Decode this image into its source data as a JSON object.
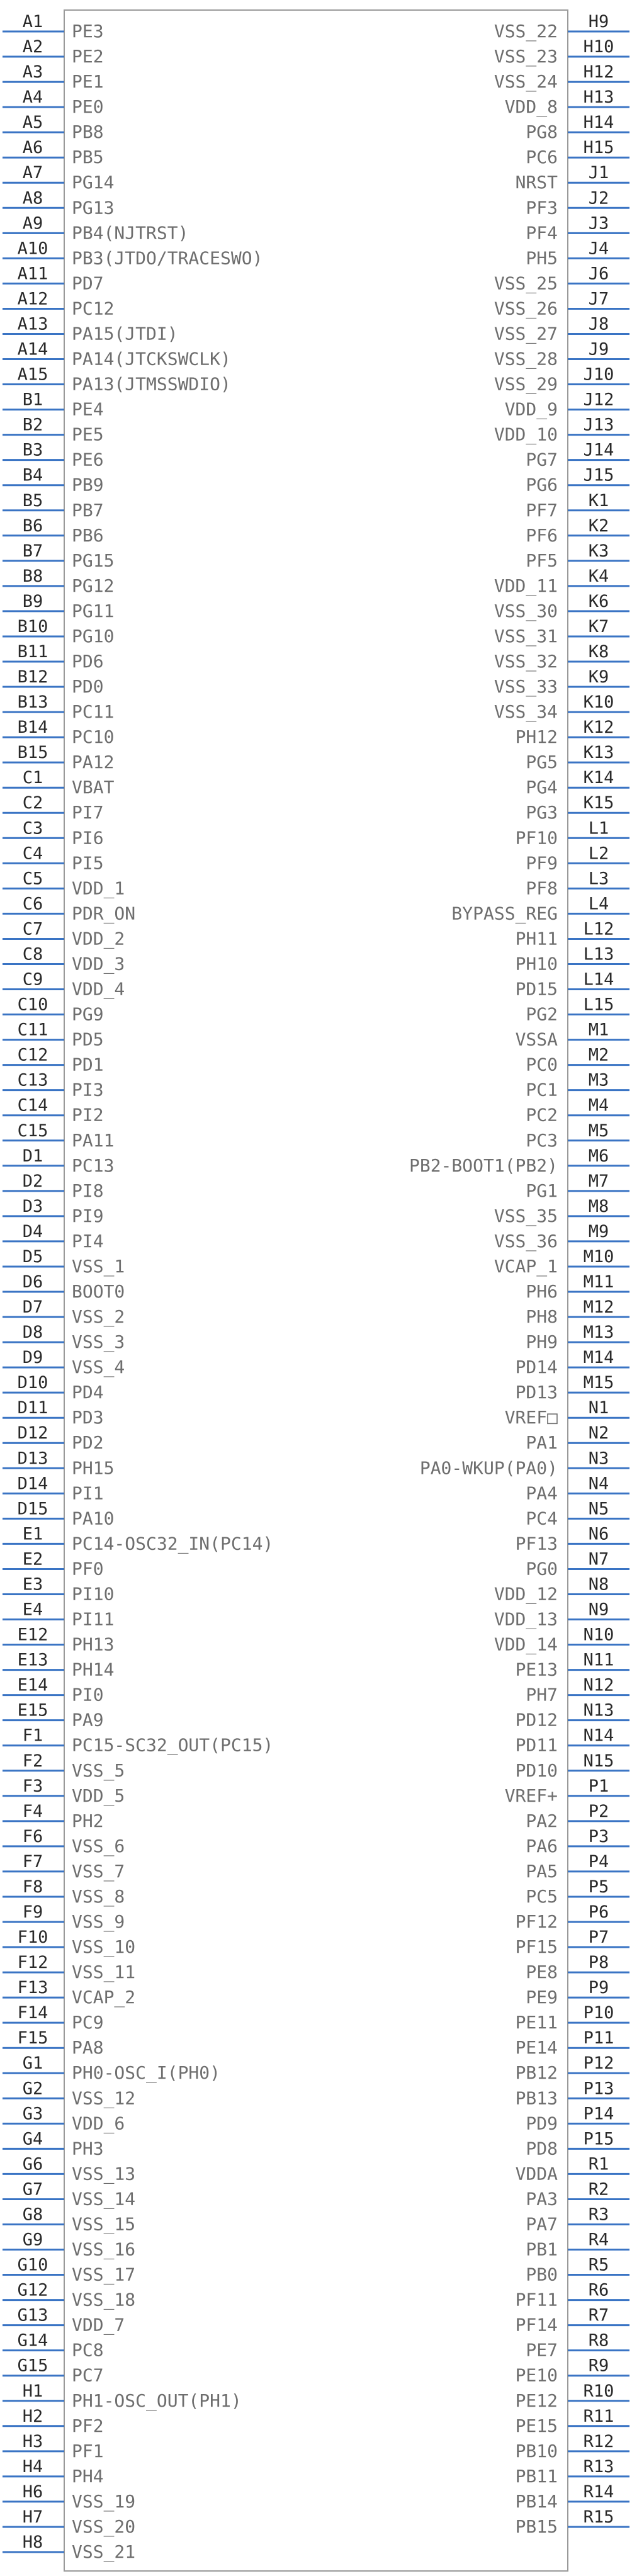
{
  "component": {
    "body_color": "#9a9a9a",
    "pin_color": "#3a74c4",
    "pin_number_color": "#2a2a2a",
    "pin_name_color": "#6e6e6e",
    "left_pins": [
      {
        "number": "A1",
        "name": "PE3"
      },
      {
        "number": "A2",
        "name": "PE2"
      },
      {
        "number": "A3",
        "name": "PE1"
      },
      {
        "number": "A4",
        "name": "PE0"
      },
      {
        "number": "A5",
        "name": "PB8"
      },
      {
        "number": "A6",
        "name": "PB5"
      },
      {
        "number": "A7",
        "name": "PG14"
      },
      {
        "number": "A8",
        "name": "PG13"
      },
      {
        "number": "A9",
        "name": "PB4(NJTRST)"
      },
      {
        "number": "A10",
        "name": "PB3(JTDO/TRACESWO)"
      },
      {
        "number": "A11",
        "name": "PD7"
      },
      {
        "number": "A12",
        "name": "PC12"
      },
      {
        "number": "A13",
        "name": "PA15(JTDI)"
      },
      {
        "number": "A14",
        "name": "PA14(JTCKSWCLK)"
      },
      {
        "number": "A15",
        "name": "PA13(JTMSSWDIO)"
      },
      {
        "number": "B1",
        "name": "PE4"
      },
      {
        "number": "B2",
        "name": "PE5"
      },
      {
        "number": "B3",
        "name": "PE6"
      },
      {
        "number": "B4",
        "name": "PB9"
      },
      {
        "number": "B5",
        "name": "PB7"
      },
      {
        "number": "B6",
        "name": "PB6"
      },
      {
        "number": "B7",
        "name": "PG15"
      },
      {
        "number": "B8",
        "name": "PG12"
      },
      {
        "number": "B9",
        "name": "PG11"
      },
      {
        "number": "B10",
        "name": "PG10"
      },
      {
        "number": "B11",
        "name": "PD6"
      },
      {
        "number": "B12",
        "name": "PD0"
      },
      {
        "number": "B13",
        "name": "PC11"
      },
      {
        "number": "B14",
        "name": "PC10"
      },
      {
        "number": "B15",
        "name": "PA12"
      },
      {
        "number": "C1",
        "name": "VBAT"
      },
      {
        "number": "C2",
        "name": "PI7"
      },
      {
        "number": "C3",
        "name": "PI6"
      },
      {
        "number": "C4",
        "name": "PI5"
      },
      {
        "number": "C5",
        "name": "VDD_1"
      },
      {
        "number": "C6",
        "name": "PDR_ON"
      },
      {
        "number": "C7",
        "name": "VDD_2"
      },
      {
        "number": "C8",
        "name": "VDD_3"
      },
      {
        "number": "C9",
        "name": "VDD_4"
      },
      {
        "number": "C10",
        "name": "PG9"
      },
      {
        "number": "C11",
        "name": "PD5"
      },
      {
        "number": "C12",
        "name": "PD1"
      },
      {
        "number": "C13",
        "name": "PI3"
      },
      {
        "number": "C14",
        "name": "PI2"
      },
      {
        "number": "C15",
        "name": "PA11"
      },
      {
        "number": "D1",
        "name": "PC13"
      },
      {
        "number": "D2",
        "name": "PI8"
      },
      {
        "number": "D3",
        "name": "PI9"
      },
      {
        "number": "D4",
        "name": "PI4"
      },
      {
        "number": "D5",
        "name": "VSS_1"
      },
      {
        "number": "D6",
        "name": "BOOT0"
      },
      {
        "number": "D7",
        "name": "VSS_2"
      },
      {
        "number": "D8",
        "name": "VSS_3"
      },
      {
        "number": "D9",
        "name": "VSS_4"
      },
      {
        "number": "D10",
        "name": "PD4"
      },
      {
        "number": "D11",
        "name": "PD3"
      },
      {
        "number": "D12",
        "name": "PD2"
      },
      {
        "number": "D13",
        "name": "PH15"
      },
      {
        "number": "D14",
        "name": "PI1"
      },
      {
        "number": "D15",
        "name": "PA10"
      },
      {
        "number": "E1",
        "name": "PC14-OSC32_IN(PC14)"
      },
      {
        "number": "E2",
        "name": "PF0"
      },
      {
        "number": "E3",
        "name": "PI10"
      },
      {
        "number": "E4",
        "name": "PI11"
      },
      {
        "number": "E12",
        "name": "PH13"
      },
      {
        "number": "E13",
        "name": "PH14"
      },
      {
        "number": "E14",
        "name": "PI0"
      },
      {
        "number": "E15",
        "name": "PA9"
      },
      {
        "number": "F1",
        "name": "PC15-SC32_OUT(PC15)"
      },
      {
        "number": "F2",
        "name": "VSS_5"
      },
      {
        "number": "F3",
        "name": "VDD_5"
      },
      {
        "number": "F4",
        "name": "PH2"
      },
      {
        "number": "F6",
        "name": "VSS_6"
      },
      {
        "number": "F7",
        "name": "VSS_7"
      },
      {
        "number": "F8",
        "name": "VSS_8"
      },
      {
        "number": "F9",
        "name": "VSS_9"
      },
      {
        "number": "F10",
        "name": "VSS_10"
      },
      {
        "number": "F12",
        "name": "VSS_11"
      },
      {
        "number": "F13",
        "name": "VCAP_2"
      },
      {
        "number": "F14",
        "name": "PC9"
      },
      {
        "number": "F15",
        "name": "PA8"
      },
      {
        "number": "G1",
        "name": "PH0-OSC_I(PH0)"
      },
      {
        "number": "G2",
        "name": "VSS_12"
      },
      {
        "number": "G3",
        "name": "VDD_6"
      },
      {
        "number": "G4",
        "name": "PH3"
      },
      {
        "number": "G6",
        "name": "VSS_13"
      },
      {
        "number": "G7",
        "name": "VSS_14"
      },
      {
        "number": "G8",
        "name": "VSS_15"
      },
      {
        "number": "G9",
        "name": "VSS_16"
      },
      {
        "number": "G10",
        "name": "VSS_17"
      },
      {
        "number": "G12",
        "name": "VSS_18"
      },
      {
        "number": "G13",
        "name": "VDD_7"
      },
      {
        "number": "G14",
        "name": "PC8"
      },
      {
        "number": "G15",
        "name": "PC7"
      },
      {
        "number": "H1",
        "name": "PH1-OSC_OUT(PH1)"
      },
      {
        "number": "H2",
        "name": "PF2"
      },
      {
        "number": "H3",
        "name": "PF1"
      },
      {
        "number": "H4",
        "name": "PH4"
      },
      {
        "number": "H6",
        "name": "VSS_19"
      },
      {
        "number": "H7",
        "name": "VSS_20"
      },
      {
        "number": "H8",
        "name": "VSS_21"
      }
    ],
    "right_pins": [
      {
        "number": "H9",
        "name": "VSS_22"
      },
      {
        "number": "H10",
        "name": "VSS_23"
      },
      {
        "number": "H12",
        "name": "VSS_24"
      },
      {
        "number": "H13",
        "name": "VDD_8"
      },
      {
        "number": "H14",
        "name": "PG8"
      },
      {
        "number": "H15",
        "name": "PC6"
      },
      {
        "number": "J1",
        "name": "NRST"
      },
      {
        "number": "J2",
        "name": "PF3"
      },
      {
        "number": "J3",
        "name": "PF4"
      },
      {
        "number": "J4",
        "name": "PH5"
      },
      {
        "number": "J6",
        "name": "VSS_25"
      },
      {
        "number": "J7",
        "name": "VSS_26"
      },
      {
        "number": "J8",
        "name": "VSS_27"
      },
      {
        "number": "J9",
        "name": "VSS_28"
      },
      {
        "number": "J10",
        "name": "VSS_29"
      },
      {
        "number": "J12",
        "name": "VDD_9"
      },
      {
        "number": "J13",
        "name": "VDD_10"
      },
      {
        "number": "J14",
        "name": "PG7"
      },
      {
        "number": "J15",
        "name": "PG6"
      },
      {
        "number": "K1",
        "name": "PF7"
      },
      {
        "number": "K2",
        "name": "PF6"
      },
      {
        "number": "K3",
        "name": "PF5"
      },
      {
        "number": "K4",
        "name": "VDD_11"
      },
      {
        "number": "K6",
        "name": "VSS_30"
      },
      {
        "number": "K7",
        "name": "VSS_31"
      },
      {
        "number": "K8",
        "name": "VSS_32"
      },
      {
        "number": "K9",
        "name": "VSS_33"
      },
      {
        "number": "K10",
        "name": "VSS_34"
      },
      {
        "number": "K12",
        "name": "PH12"
      },
      {
        "number": "K13",
        "name": "PG5"
      },
      {
        "number": "K14",
        "name": "PG4"
      },
      {
        "number": "K15",
        "name": "PG3"
      },
      {
        "number": "L1",
        "name": "PF10"
      },
      {
        "number": "L2",
        "name": "PF9"
      },
      {
        "number": "L3",
        "name": "PF8"
      },
      {
        "number": "L4",
        "name": "BYPASS_REG"
      },
      {
        "number": "L12",
        "name": "PH11"
      },
      {
        "number": "L13",
        "name": "PH10"
      },
      {
        "number": "L14",
        "name": "PD15"
      },
      {
        "number": "L15",
        "name": "PG2"
      },
      {
        "number": "M1",
        "name": "VSSA"
      },
      {
        "number": "M2",
        "name": "PC0"
      },
      {
        "number": "M3",
        "name": "PC1"
      },
      {
        "number": "M4",
        "name": "PC2"
      },
      {
        "number": "M5",
        "name": "PC3"
      },
      {
        "number": "M6",
        "name": "PB2-BOOT1(PB2)"
      },
      {
        "number": "M7",
        "name": "PG1"
      },
      {
        "number": "M8",
        "name": "VSS_35"
      },
      {
        "number": "M9",
        "name": "VSS_36"
      },
      {
        "number": "M10",
        "name": "VCAP_1"
      },
      {
        "number": "M11",
        "name": "PH6"
      },
      {
        "number": "M12",
        "name": "PH8"
      },
      {
        "number": "M13",
        "name": "PH9"
      },
      {
        "number": "M14",
        "name": "PD14"
      },
      {
        "number": "M15",
        "name": "PD13"
      },
      {
        "number": "N1",
        "name": "VREF□"
      },
      {
        "number": "N2",
        "name": "PA1"
      },
      {
        "number": "N3",
        "name": "PA0-WKUP(PA0)"
      },
      {
        "number": "N4",
        "name": "PA4"
      },
      {
        "number": "N5",
        "name": "PC4"
      },
      {
        "number": "N6",
        "name": "PF13"
      },
      {
        "number": "N7",
        "name": "PG0"
      },
      {
        "number": "N8",
        "name": "VDD_12"
      },
      {
        "number": "N9",
        "name": "VDD_13"
      },
      {
        "number": "N10",
        "name": "VDD_14"
      },
      {
        "number": "N11",
        "name": "PE13"
      },
      {
        "number": "N12",
        "name": "PH7"
      },
      {
        "number": "N13",
        "name": "PD12"
      },
      {
        "number": "N14",
        "name": "PD11"
      },
      {
        "number": "N15",
        "name": "PD10"
      },
      {
        "number": "P1",
        "name": "VREF+"
      },
      {
        "number": "P2",
        "name": "PA2"
      },
      {
        "number": "P3",
        "name": "PA6"
      },
      {
        "number": "P4",
        "name": "PA5"
      },
      {
        "number": "P5",
        "name": "PC5"
      },
      {
        "number": "P6",
        "name": "PF12"
      },
      {
        "number": "P7",
        "name": "PF15"
      },
      {
        "number": "P8",
        "name": "PE8"
      },
      {
        "number": "P9",
        "name": "PE9"
      },
      {
        "number": "P10",
        "name": "PE11"
      },
      {
        "number": "P11",
        "name": "PE14"
      },
      {
        "number": "P12",
        "name": "PB12"
      },
      {
        "number": "P13",
        "name": "PB13"
      },
      {
        "number": "P14",
        "name": "PD9"
      },
      {
        "number": "P15",
        "name": "PD8"
      },
      {
        "number": "R1",
        "name": "VDDA"
      },
      {
        "number": "R2",
        "name": "PA3"
      },
      {
        "number": "R3",
        "name": "PA7"
      },
      {
        "number": "R4",
        "name": "PB1"
      },
      {
        "number": "R5",
        "name": "PB0"
      },
      {
        "number": "R6",
        "name": "PF11"
      },
      {
        "number": "R7",
        "name": "PF14"
      },
      {
        "number": "R8",
        "name": "PE7"
      },
      {
        "number": "R9",
        "name": "PE10"
      },
      {
        "number": "R10",
        "name": "PE12"
      },
      {
        "number": "R11",
        "name": "PE15"
      },
      {
        "number": "R12",
        "name": "PB10"
      },
      {
        "number": "R13",
        "name": "PB11"
      },
      {
        "number": "R14",
        "name": "PB14"
      },
      {
        "number": "R15",
        "name": "PB15"
      }
    ]
  }
}
